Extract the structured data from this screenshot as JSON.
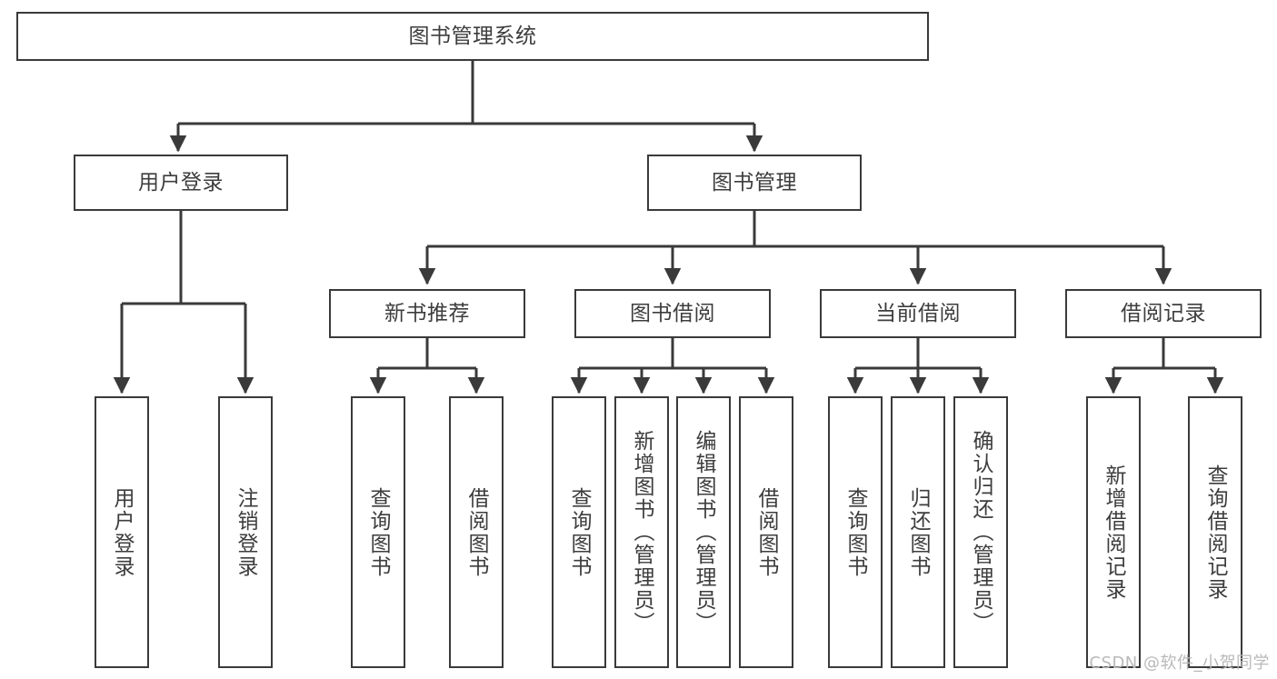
{
  "diagram": {
    "title": "图书管理系统",
    "type": "hierarchy-tree",
    "watermark": "CSDN @软件_小贺同学",
    "colors": {
      "stroke": "#3a3a3a",
      "text": "#3d3d3d",
      "background": "#ffffff",
      "watermark": "#b9b9b9"
    },
    "levels": {
      "root": {
        "label": "图书管理系统"
      },
      "level2": [
        {
          "id": "user-login",
          "label": "用户登录"
        },
        {
          "id": "book-manage",
          "label": "图书管理"
        }
      ],
      "level3": [
        {
          "id": "new-book-rec",
          "label": "新书推荐",
          "parent": "book-manage"
        },
        {
          "id": "book-borrow",
          "label": "图书借阅",
          "parent": "book-manage"
        },
        {
          "id": "current-borrow",
          "label": "当前借阅",
          "parent": "book-manage"
        },
        {
          "id": "borrow-record",
          "label": "借阅记录",
          "parent": "book-manage"
        }
      ],
      "leaves": [
        {
          "id": "leaf-user-login",
          "label": "用户登录",
          "parent": "user-login"
        },
        {
          "id": "leaf-user-logout",
          "label": "注销登录",
          "parent": "user-login"
        },
        {
          "id": "leaf-query-book-1",
          "label": "查询图书",
          "parent": "new-book-rec"
        },
        {
          "id": "leaf-borrow-book-1",
          "label": "借阅图书",
          "parent": "new-book-rec"
        },
        {
          "id": "leaf-query-book-2",
          "label": "查询图书",
          "parent": "book-borrow"
        },
        {
          "id": "leaf-add-book",
          "label": "新增图书（管理员）",
          "parent": "book-borrow"
        },
        {
          "id": "leaf-edit-book",
          "label": "编辑图书（管理员）",
          "parent": "book-borrow"
        },
        {
          "id": "leaf-borrow-book-2",
          "label": "借阅图书",
          "parent": "book-borrow"
        },
        {
          "id": "leaf-query-book-3",
          "label": "查询图书",
          "parent": "current-borrow"
        },
        {
          "id": "leaf-return-book",
          "label": "归还图书",
          "parent": "current-borrow"
        },
        {
          "id": "leaf-confirm-return",
          "label": "确认归还（管理员）",
          "parent": "current-borrow"
        },
        {
          "id": "leaf-add-record",
          "label": "新增借阅记录",
          "parent": "borrow-record"
        },
        {
          "id": "leaf-query-record",
          "label": "查询借阅记录",
          "parent": "borrow-record"
        }
      ]
    }
  }
}
